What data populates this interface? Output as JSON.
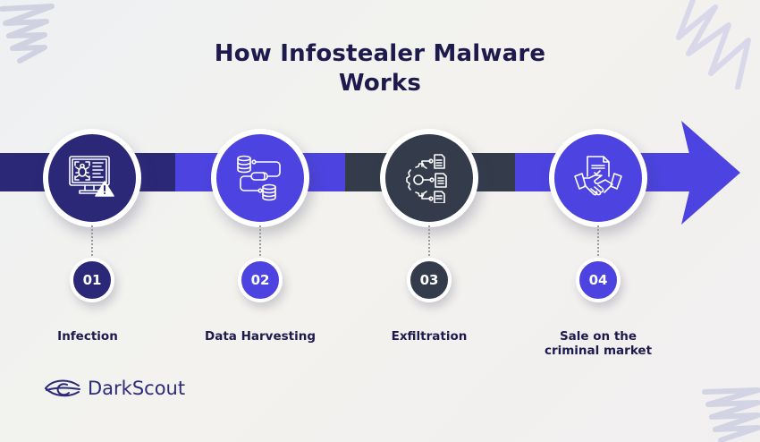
{
  "title": {
    "line1": "How Infostealer Malware",
    "line2": "Works"
  },
  "colors": {
    "navy": "#2b2878",
    "purple": "#4d43e0",
    "slate": "#343c4b",
    "title_text": "#1e1a4d",
    "background": "#f1f1f0",
    "scribble": "#cfd0e3"
  },
  "steps": [
    {
      "number": "01",
      "label": "Infection",
      "icon": "computer-bug-warning-icon",
      "color": "#2b2878"
    },
    {
      "number": "02",
      "label": "Data Harvesting",
      "icon": "database-transfer-icon",
      "color": "#4d43e0"
    },
    {
      "number": "03",
      "label": "Exfiltration",
      "icon": "gear-documents-icon",
      "color": "#343c4b"
    },
    {
      "number": "04",
      "label": "Sale on the criminal market",
      "label_line1": "Sale on the",
      "label_line2": "criminal market",
      "icon": "handshake-document-icon",
      "color": "#4d43e0"
    }
  ],
  "brand": {
    "name": "DarkScout",
    "icon": "darkscout-eye-logo-icon"
  }
}
